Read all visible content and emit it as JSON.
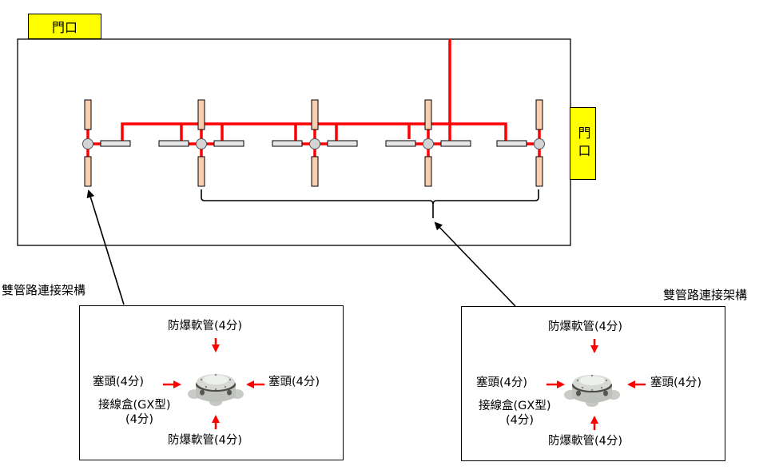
{
  "doors": {
    "top": "門口",
    "right": "門口"
  },
  "callouts": {
    "left_title": "雙管路連接架構",
    "right_title": "雙管路連接架構"
  },
  "panels": [
    {
      "id": "left",
      "top_label": "防爆軟管(4分)",
      "bottom_label": "防爆軟管(4分)",
      "left_label": "塞頭(4分)",
      "right_label": "塞頭(4分)",
      "box_label_line1": "接線盒(GX型)",
      "box_label_line2": "(4分)"
    },
    {
      "id": "right",
      "top_label": "防爆軟管(4分)",
      "bottom_label": "防爆軟管(4分)",
      "left_label": "塞頭(4分)",
      "right_label": "塞頭(4分)",
      "box_label_line1": "接線盒(GX型)",
      "box_label_line2": "(4分)"
    }
  ],
  "colors": {
    "pipe": "#ff0000",
    "door": "#ffff00",
    "vertical_fixture": "#f8cdb0",
    "horizontal_fixture": "#e6e6e6",
    "junction": "#d4d4d4"
  },
  "layout_summary": {
    "junction_count": 5,
    "fixtures_per_junction": "up to 4",
    "grouped_junctions_in_brace": 4
  }
}
